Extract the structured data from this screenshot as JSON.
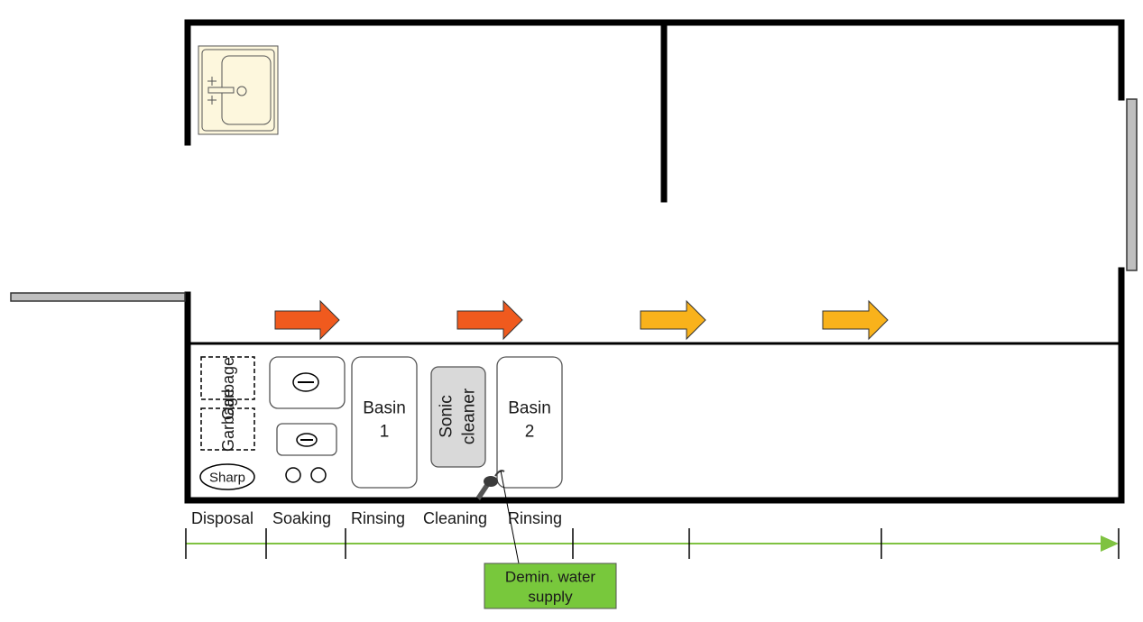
{
  "equipment": {
    "garbage_1": "Garbage",
    "garbage_2": "Garbage",
    "sharp": "Sharp",
    "basin_1_line1": "Basin",
    "basin_1_line2": "1",
    "sonic_line1": "Sonic",
    "sonic_line2": "cleaner",
    "basin_2_line1": "Basin",
    "basin_2_line2": "2"
  },
  "stages": [
    "Disposal",
    "Soaking",
    "Rinsing",
    "Cleaning",
    "Rinsing"
  ],
  "callout": {
    "line1": "Demin. water",
    "line2": "supply"
  },
  "colors": {
    "wall": "#000000",
    "arrow_red": "#f05a1e",
    "arrow_orange": "#f9b21b",
    "timeline": "#7fc241",
    "callout_bg": "#78c83c",
    "sink_fill": "#fdf7dd",
    "sonic_fill": "#d9d9d9",
    "door_fill": "#bfbfbf"
  },
  "icons": {
    "sink": "hand-sink-icon",
    "faucet": "demin-water-faucet-icon",
    "flow_arrows": "process-flow-arrow-icon"
  }
}
